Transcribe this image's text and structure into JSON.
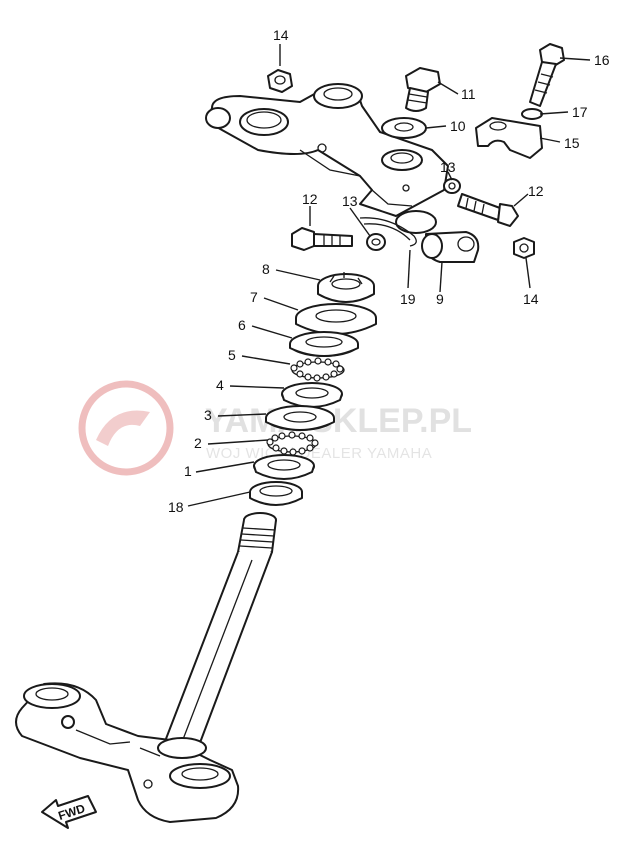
{
  "diagram": {
    "callouts": [
      {
        "id": "c14a",
        "label": "14"
      },
      {
        "id": "c16",
        "label": "16"
      },
      {
        "id": "c11",
        "label": "11"
      },
      {
        "id": "c17",
        "label": "17"
      },
      {
        "id": "c10",
        "label": "10"
      },
      {
        "id": "c15",
        "label": "15"
      },
      {
        "id": "c13a",
        "label": "13"
      },
      {
        "id": "c12a",
        "label": "12"
      },
      {
        "id": "c12b",
        "label": "12"
      },
      {
        "id": "c13b",
        "label": "13"
      },
      {
        "id": "c8",
        "label": "8"
      },
      {
        "id": "c19",
        "label": "19"
      },
      {
        "id": "c9",
        "label": "9"
      },
      {
        "id": "c14b",
        "label": "14"
      },
      {
        "id": "c7",
        "label": "7"
      },
      {
        "id": "c6",
        "label": "6"
      },
      {
        "id": "c5",
        "label": "5"
      },
      {
        "id": "c4",
        "label": "4"
      },
      {
        "id": "c3",
        "label": "3"
      },
      {
        "id": "c2",
        "label": "2"
      },
      {
        "id": "c1",
        "label": "1"
      },
      {
        "id": "c18",
        "label": "18"
      }
    ],
    "direction_marker": "FWD"
  },
  "watermark": {
    "title": "YAMA SKLEP.PL",
    "subtitle": "WOJ  WICZ | DEALER YAMAHA",
    "color": "#e03c3c"
  }
}
